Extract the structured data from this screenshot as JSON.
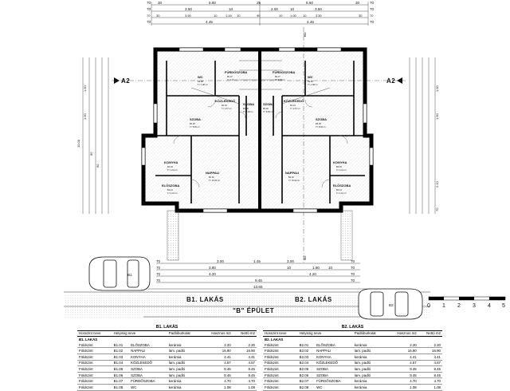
{
  "top_dims": {
    "row1": [
      "70",
      "30",
      "5.60",
      "25",
      "5.60",
      "30",
      "70"
    ],
    "row2": [
      "70",
      "3.50",
      "10",
      "2.00",
      "10",
      "3.50",
      "70"
    ],
    "row3": [
      "70",
      "30",
      "3.50",
      "10",
      "1.00",
      "10",
      "90",
      "10",
      "1.00",
      "10",
      "3.50",
      "30",
      "70"
    ],
    "row4": [
      "70",
      "4.45",
      "4.45",
      "70"
    ]
  },
  "section_marks": {
    "b2": "B2",
    "a2": "A2"
  },
  "rooms": {
    "b101": {
      "name": "ELŐSZOBA",
      "code": "B1.01",
      "area": "T= 4.41 m²"
    },
    "b102": {
      "name": "NAPPALI",
      "code": "B1.02",
      "area": "T= 16.90 m²"
    },
    "b103": {
      "name": "KONYHA",
      "code": "B1.03",
      "area": "T= 4.41 m²"
    },
    "b104": {
      "name": "KÖZLEKEDŐ",
      "code": "B1.04",
      "area": "T= 4.57 m²"
    },
    "b105": {
      "name": "SZOBA",
      "code": "B1.05",
      "area": "T= 8.45 m²"
    },
    "b106": {
      "name": "SZOBA",
      "code": "B1.06",
      "area": "T= 8.45 m²"
    },
    "b107": {
      "name": "FÜRDŐSZOBA",
      "code": "B1.07",
      "area": "T= 4.70 m²"
    },
    "b108": {
      "name": "WC",
      "code": "B1.08",
      "area": "T= 1.08 m²"
    },
    "b201": {
      "name": "ELŐSZOBA",
      "code": "B2.01",
      "area": "T= 4.41 m²"
    },
    "b202": {
      "name": "NAPPALI",
      "code": "B2.02",
      "area": "T= 16.90 m²"
    },
    "b203": {
      "name": "KONYHA",
      "code": "B2.03",
      "area": "T= 4.41 m²"
    },
    "b204": {
      "name": "KÖZLEKEDŐ",
      "code": "B2.04",
      "area": "T= 4.57 m²"
    },
    "b205": {
      "name": "SZOBA",
      "code": "B2.05",
      "area": "T= 8.45 m²"
    },
    "b206": {
      "name": "SZOBA",
      "code": "B2.06",
      "area": "T= 8.45 m²"
    },
    "b207": {
      "name": "FÜRDŐSZOBA",
      "code": "B2.07",
      "area": "T= 4.70 m²"
    },
    "b208": {
      "name": "WC",
      "code": "B2.08",
      "area": "T= 1.08 m²"
    }
  },
  "bottom_dims": {
    "row1": [
      "70",
      "3.00",
      "1.45",
      "3.00",
      "70"
    ],
    "row2": [
      "70",
      "3.80",
      "10",
      "1.80",
      "10",
      "70"
    ],
    "row3": [
      "70",
      "4.20",
      "4.20",
      "70"
    ],
    "row4": [
      "70",
      "9.45",
      "70"
    ],
    "row5": [
      "13.65"
    ]
  },
  "left_dims": [
    "10.00",
    "1.50",
    "1.50",
    "90",
    "60",
    "1.50",
    "1.50",
    "2.10",
    "70"
  ],
  "labels": {
    "b1_lakas": "B1. LAKÁS",
    "b2_lakas": "B2. LAKÁS",
    "b_epulet": "\"B\" ÉPÜLET",
    "car_b1": "B1",
    "car_b2": "B2"
  },
  "scale_bar": [
    "0",
    "1",
    "2",
    "3",
    "4",
    "5"
  ],
  "table_b1": {
    "title": "B1. LAKÁS",
    "headers": [
      "Hosszint neve",
      "Helyiség neve",
      "Padlóburkolat",
      "Hasznos m2",
      "Nettó m2"
    ],
    "subheader": "B1. LAKÁS",
    "rows": [
      [
        "Földszint",
        "B1.01",
        "ELŐSZOBA",
        "kerámia",
        "2.20",
        "2.20"
      ],
      [
        "Földszint",
        "B1.02",
        "NAPPALI",
        "lam. padló",
        "16.90",
        "16.90"
      ],
      [
        "Földszint",
        "B1.03",
        "KONYHA",
        "kerámia",
        "4.41",
        "4.41"
      ],
      [
        "Földszint",
        "B1.04",
        "KÖZLEKEDŐ",
        "lam. padló",
        "4.57",
        "4.57"
      ],
      [
        "Földszint",
        "B1.05",
        "SZOBA",
        "lam. padló",
        "8.45",
        "8.45"
      ],
      [
        "Földszint",
        "B1.06",
        "SZOBA",
        "lam. padló",
        "8.45",
        "8.45"
      ],
      [
        "Földszint",
        "B1.07",
        "FÜRDŐSZOBA",
        "kerámia",
        "4.70",
        "4.70"
      ],
      [
        "Földszint",
        "B1.08",
        "WC",
        "kerámia",
        "1.08",
        "1.08"
      ]
    ]
  },
  "table_b2": {
    "title": "B2. LAKÁS",
    "headers": [
      "Hosszint neve",
      "Helyiség neve",
      "Padlóburkolat",
      "Hasznos m2",
      "Nettó m2"
    ],
    "subheader": "B2. LAKÁS",
    "rows": [
      [
        "Földszint",
        "B2.01",
        "ELŐSZOBA",
        "kerámia",
        "2.20",
        "2.20"
      ],
      [
        "Földszint",
        "B2.02",
        "NAPPALI",
        "lam. padló",
        "16.90",
        "16.90"
      ],
      [
        "Földszint",
        "B2.03",
        "KONYHA",
        "kerámia",
        "4.41",
        "4.41"
      ],
      [
        "Földszint",
        "B2.04",
        "KÖZLEKEDŐ",
        "lam. padló",
        "4.57",
        "4.57"
      ],
      [
        "Földszint",
        "B2.05",
        "SZOBA",
        "lam. padló",
        "8.45",
        "8.45"
      ],
      [
        "Földszint",
        "B2.06",
        "SZOBA",
        "lam. padló",
        "8.45",
        "8.45"
      ],
      [
        "Földszint",
        "B2.07",
        "FÜRDŐSZOBA",
        "kerámia",
        "4.70",
        "4.70"
      ],
      [
        "Földszint",
        "B2.08",
        "WC",
        "kerámia",
        "1.08",
        "1.08"
      ]
    ]
  }
}
